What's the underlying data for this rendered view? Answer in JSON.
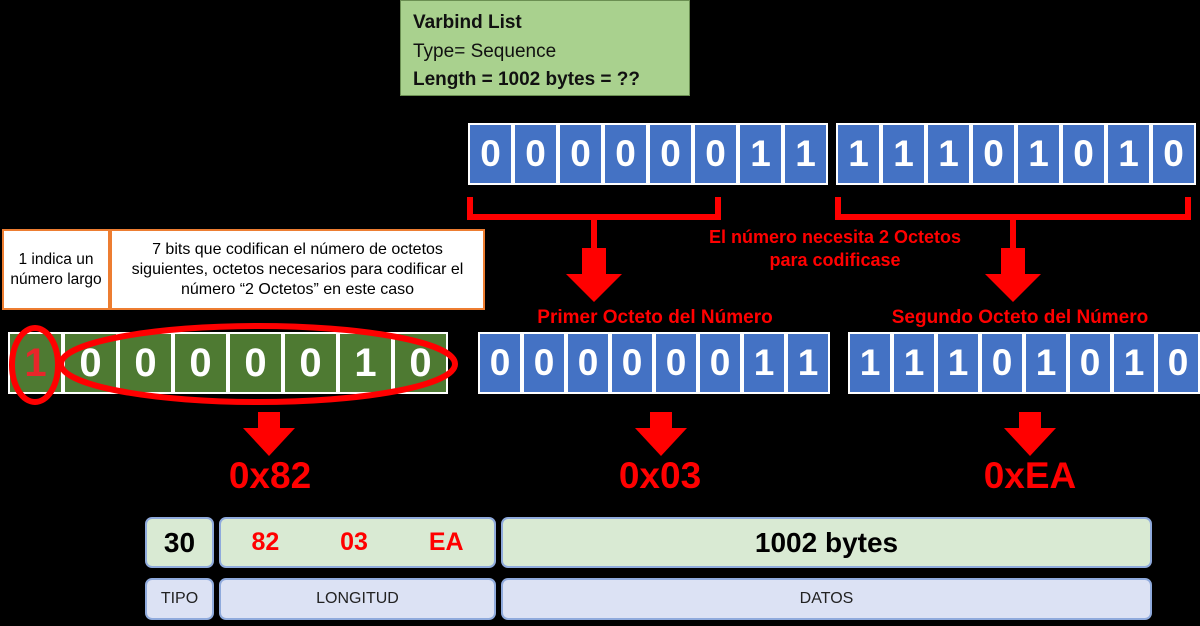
{
  "title_box": {
    "line1": "Varbind List",
    "line2": "Type= Sequence",
    "line3": "Length = 1002 bytes = ??"
  },
  "top_bytes": {
    "byte1_bits": [
      "0",
      "0",
      "0",
      "0",
      "0",
      "0",
      "1",
      "1"
    ],
    "byte2_bits": [
      "1",
      "1",
      "1",
      "0",
      "1",
      "0",
      "1",
      "0"
    ]
  },
  "length_octet": {
    "bits": [
      "1",
      "0",
      "0",
      "0",
      "0",
      "0",
      "1",
      "0"
    ],
    "flag_note": "1 indica un número largo",
    "payload_note": "7 bits que codifican el número de octetos siguientes, octetos necesarios para codificar el número “2 Octetos” en este caso"
  },
  "number_octets": {
    "label_needs_two": "El número necesita 2 Octetos para codificase",
    "first_label": "Primer Octeto del Número",
    "first_bits": [
      "0",
      "0",
      "0",
      "0",
      "0",
      "0",
      "1",
      "1"
    ],
    "second_label": "Segundo Octeto del Número",
    "second_bits": [
      "1",
      "1",
      "1",
      "0",
      "1",
      "0",
      "1",
      "0"
    ]
  },
  "hex_results": {
    "length_flag_hex": "0x82",
    "first_octet_hex": "0x03",
    "second_octet_hex": "0xEA"
  },
  "tlv": {
    "type_value": "30",
    "length_values": [
      "82",
      "03",
      "EA"
    ],
    "data_value": "1002 bytes",
    "type_name": "TIPO",
    "length_name": "LONGITUD",
    "data_name": "DATOS"
  },
  "colors": {
    "background": "#000000",
    "blue_bit": "#4472c4",
    "green_bit": "#4e7a32",
    "accent_red": "#ff0000",
    "info_green": "#a9d18e",
    "tlv_green": "#d9ead3",
    "tlv_blue": "#dce2f4",
    "note_border": "#ed7d31"
  }
}
